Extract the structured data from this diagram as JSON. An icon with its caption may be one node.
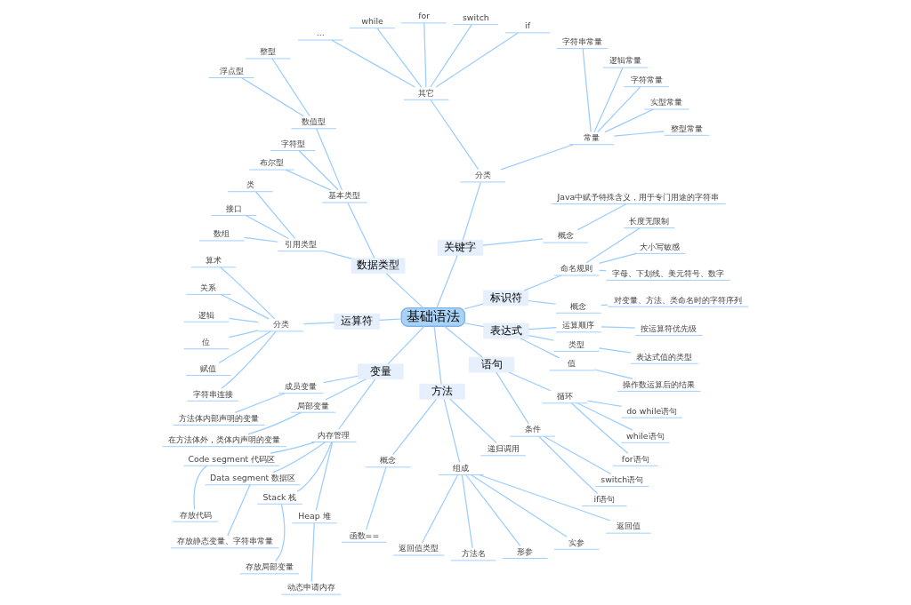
{
  "diagram": {
    "nodes": [
      {
        "text": [
          "基础语法"
        ]
      },
      {
        "text": [
          "标识符"
        ]
      },
      {
        "text": [
          "概念"
        ]
      },
      {
        "text": [
          "对变量、方法、类命名时的字符序列"
        ]
      },
      {
        "text": [
          "命名规则"
        ]
      },
      {
        "text": [
          "字母、下划线、美元符号、数字"
        ]
      },
      {
        "text": [
          "大小写敏感"
        ]
      },
      {
        "text": [
          "长度无限制"
        ]
      },
      {
        "text": [
          "关键字"
        ]
      },
      {
        "text": [
          "概念"
        ]
      },
      {
        "text": [
          "Java中赋予特殊含义，用于专门用途的字符串"
        ]
      },
      {
        "text": [
          "分类"
        ]
      },
      {
        "text": [
          "常量"
        ]
      },
      {
        "text": [
          "整型常量"
        ]
      },
      {
        "text": [
          "实型常量"
        ]
      },
      {
        "text": [
          "字符常量"
        ]
      },
      {
        "text": [
          "逻辑常量"
        ]
      },
      {
        "text": [
          "字符串常量"
        ]
      },
      {
        "text": [
          "其它"
        ]
      },
      {
        "text": [
          "if"
        ]
      },
      {
        "text": [
          "switch"
        ]
      },
      {
        "text": [
          "for"
        ]
      },
      {
        "text": [
          "while"
        ]
      },
      {
        "text": [
          "..."
        ]
      },
      {
        "text": [
          "数据类型"
        ]
      },
      {
        "text": [
          "基本类型"
        ]
      },
      {
        "text": [
          "数值型"
        ]
      },
      {
        "text": [
          "整型"
        ]
      },
      {
        "text": [
          "浮点型"
        ]
      },
      {
        "text": [
          "字符型"
        ]
      },
      {
        "text": [
          "布尔型"
        ]
      },
      {
        "text": [
          "引用类型"
        ]
      },
      {
        "text": [
          "类"
        ]
      },
      {
        "text": [
          "接口"
        ]
      },
      {
        "text": [
          "数组"
        ]
      },
      {
        "text": [
          "运算符"
        ]
      },
      {
        "text": [
          "分类"
        ]
      },
      {
        "text": [
          "算术"
        ]
      },
      {
        "text": [
          "关系"
        ]
      },
      {
        "text": [
          "逻辑"
        ]
      },
      {
        "text": [
          "位"
        ]
      },
      {
        "text": [
          "赋值"
        ]
      },
      {
        "text": [
          "字符串连接"
        ]
      },
      {
        "text": [
          "变量"
        ]
      },
      {
        "text": [
          "成员变量"
        ]
      },
      {
        "text": [
          "方法体内部声明的变量"
        ]
      },
      {
        "text": [
          "局部变量"
        ]
      },
      {
        "text": [
          "在方法体外，类体内声明的变量"
        ]
      },
      {
        "text": [
          "内存管理"
        ]
      },
      {
        "text": [
          "Code segment 代码区"
        ]
      },
      {
        "text": [
          "存放代码"
        ]
      },
      {
        "text": [
          "Data segment 数据区"
        ]
      },
      {
        "text": [
          "存放静态变量、字符串常量"
        ]
      },
      {
        "text": [
          "Stack 栈"
        ]
      },
      {
        "text": [
          "存放局部变量"
        ]
      },
      {
        "text": [
          "Heap 堆"
        ]
      },
      {
        "text": [
          "动态申请内存"
        ]
      },
      {
        "text": [
          "方法"
        ]
      },
      {
        "text": [
          "概念"
        ]
      },
      {
        "text": [
          "函数=="
        ]
      },
      {
        "text": [
          "组成"
        ]
      },
      {
        "text": [
          "返回值类型"
        ]
      },
      {
        "text": [
          "方法名"
        ]
      },
      {
        "text": [
          "形参"
        ]
      },
      {
        "text": [
          "实参"
        ]
      },
      {
        "text": [
          "返回值"
        ]
      },
      {
        "text": [
          "递归调用"
        ]
      },
      {
        "text": [
          "语句"
        ]
      },
      {
        "text": [
          "条件"
        ]
      },
      {
        "text": [
          "if语句"
        ]
      },
      {
        "text": [
          "switch语句"
        ]
      },
      {
        "text": [
          "循环"
        ]
      },
      {
        "text": [
          "for语句"
        ]
      },
      {
        "text": [
          "while语句"
        ]
      },
      {
        "text": [
          "do while语句"
        ]
      },
      {
        "text": [
          "表达式"
        ]
      },
      {
        "text": [
          "值"
        ]
      },
      {
        "text": [
          "操作数运算后的结果"
        ]
      },
      {
        "text": [
          "类型"
        ]
      },
      {
        "text": [
          "表达式值的类型"
        ]
      },
      {
        "text": [
          "运算顺序"
        ]
      },
      {
        "text": [
          "按运算符优先级"
        ]
      }
    ],
    "edges": [
      {
        "from": 0,
        "to": 1,
        "arrow": "none"
      },
      {
        "from": 1,
        "to": 2,
        "arrow": "none"
      },
      {
        "from": 2,
        "to": 3,
        "arrow": "none"
      },
      {
        "from": 1,
        "to": 4,
        "arrow": "none"
      },
      {
        "from": 4,
        "to": 5,
        "arrow": "none"
      },
      {
        "from": 4,
        "to": 6,
        "arrow": "none"
      },
      {
        "from": 4,
        "to": 7,
        "arrow": "none"
      },
      {
        "from": 0,
        "to": 8,
        "arrow": "none"
      },
      {
        "from": 8,
        "to": 9,
        "arrow": "none"
      },
      {
        "from": 9,
        "to": 10,
        "arrow": "none"
      },
      {
        "from": 8,
        "to": 11,
        "arrow": "none"
      },
      {
        "from": 11,
        "to": 12,
        "arrow": "none"
      },
      {
        "from": 12,
        "to": 13,
        "arrow": "none"
      },
      {
        "from": 12,
        "to": 14,
        "arrow": "none"
      },
      {
        "from": 12,
        "to": 15,
        "arrow": "none"
      },
      {
        "from": 12,
        "to": 16,
        "arrow": "none"
      },
      {
        "from": 12,
        "to": 17,
        "arrow": "none"
      },
      {
        "from": 11,
        "to": 18,
        "arrow": "none"
      },
      {
        "from": 18,
        "to": 19,
        "arrow": "none"
      },
      {
        "from": 18,
        "to": 20,
        "arrow": "none"
      },
      {
        "from": 18,
        "to": 21,
        "arrow": "none"
      },
      {
        "from": 18,
        "to": 22,
        "arrow": "none"
      },
      {
        "from": 18,
        "to": 23,
        "arrow": "none"
      },
      {
        "from": 0,
        "to": 24,
        "arrow": "none"
      },
      {
        "from": 24,
        "to": 25,
        "arrow": "none"
      },
      {
        "from": 25,
        "to": 26,
        "arrow": "none"
      },
      {
        "from": 26,
        "to": 27,
        "arrow": "none"
      },
      {
        "from": 26,
        "to": 28,
        "arrow": "none"
      },
      {
        "from": 25,
        "to": 29,
        "arrow": "none"
      },
      {
        "from": 25,
        "to": 30,
        "arrow": "none"
      },
      {
        "from": 24,
        "to": 31,
        "arrow": "none"
      },
      {
        "from": 31,
        "to": 32,
        "arrow": "none"
      },
      {
        "from": 31,
        "to": 33,
        "arrow": "none"
      },
      {
        "from": 31,
        "to": 34,
        "arrow": "none"
      },
      {
        "from": 0,
        "to": 35,
        "arrow": "none"
      },
      {
        "from": 35,
        "to": 36,
        "arrow": "none"
      },
      {
        "from": 36,
        "to": 37,
        "arrow": "none"
      },
      {
        "from": 36,
        "to": 38,
        "arrow": "none"
      },
      {
        "from": 36,
        "to": 39,
        "arrow": "none"
      },
      {
        "from": 36,
        "to": 40,
        "arrow": "none"
      },
      {
        "from": 36,
        "to": 41,
        "arrow": "none"
      },
      {
        "from": 36,
        "to": 42,
        "arrow": "none"
      },
      {
        "from": 0,
        "to": 43,
        "arrow": "none"
      },
      {
        "from": 43,
        "to": 44,
        "arrow": "none"
      },
      {
        "from": 44,
        "to": 45,
        "arrow": "none"
      },
      {
        "from": 43,
        "to": 46,
        "arrow": "none"
      },
      {
        "from": 46,
        "to": 47,
        "arrow": "none"
      },
      {
        "from": 43,
        "to": 48,
        "arrow": "none"
      },
      {
        "from": 48,
        "to": 49,
        "arrow": "none"
      },
      {
        "from": 49,
        "to": 50,
        "arrow": "none"
      },
      {
        "from": 48,
        "to": 51,
        "arrow": "none"
      },
      {
        "from": 51,
        "to": 52,
        "arrow": "none"
      },
      {
        "from": 48,
        "to": 53,
        "arrow": "none"
      },
      {
        "from": 53,
        "to": 54,
        "arrow": "none"
      },
      {
        "from": 48,
        "to": 55,
        "arrow": "none"
      },
      {
        "from": 55,
        "to": 56,
        "arrow": "none"
      },
      {
        "from": 0,
        "to": 57,
        "arrow": "none"
      },
      {
        "from": 57,
        "to": 58,
        "arrow": "none"
      },
      {
        "from": 58,
        "to": 59,
        "arrow": "none"
      },
      {
        "from": 57,
        "to": 60,
        "arrow": "none"
      },
      {
        "from": 60,
        "to": 61,
        "arrow": "none"
      },
      {
        "from": 60,
        "to": 62,
        "arrow": "none"
      },
      {
        "from": 60,
        "to": 63,
        "arrow": "none"
      },
      {
        "from": 60,
        "to": 64,
        "arrow": "none"
      },
      {
        "from": 60,
        "to": 65,
        "arrow": "none"
      },
      {
        "from": 57,
        "to": 66,
        "arrow": "none"
      },
      {
        "from": 0,
        "to": 67,
        "arrow": "none"
      },
      {
        "from": 67,
        "to": 68,
        "arrow": "none"
      },
      {
        "from": 68,
        "to": 69,
        "arrow": "none"
      },
      {
        "from": 68,
        "to": 70,
        "arrow": "none"
      },
      {
        "from": 67,
        "to": 71,
        "arrow": "none"
      },
      {
        "from": 71,
        "to": 72,
        "arrow": "none"
      },
      {
        "from": 71,
        "to": 73,
        "arrow": "none"
      },
      {
        "from": 71,
        "to": 74,
        "arrow": "none"
      },
      {
        "from": 0,
        "to": 75,
        "arrow": "none"
      },
      {
        "from": 75,
        "to": 76,
        "arrow": "none"
      },
      {
        "from": 76,
        "to": 77,
        "arrow": "none"
      },
      {
        "from": 75,
        "to": 78,
        "arrow": "none"
      },
      {
        "from": 78,
        "to": 79,
        "arrow": "none"
      },
      {
        "from": 75,
        "to": 80,
        "arrow": "none"
      },
      {
        "from": 80,
        "to": 81,
        "arrow": "none"
      }
    ]
  }
}
